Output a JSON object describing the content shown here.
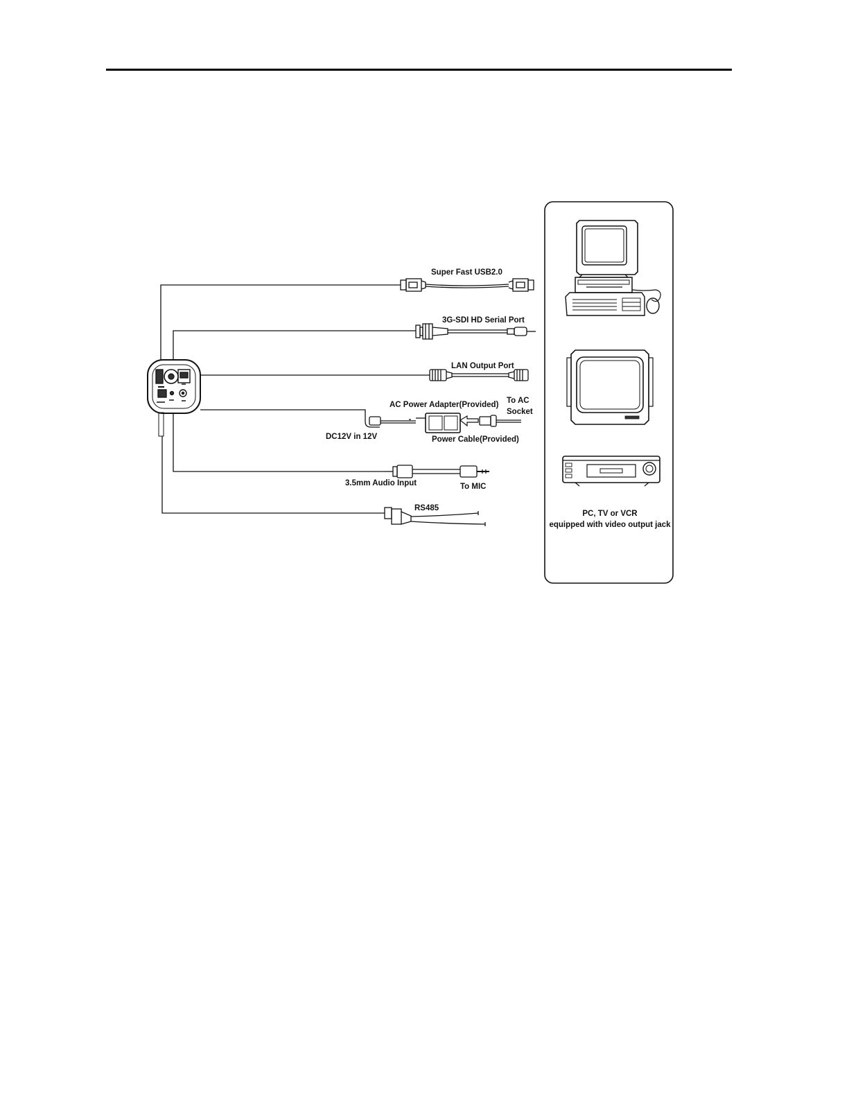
{
  "diagram": {
    "labels": {
      "usb": "Super Fast USB2.0",
      "sdi": "3G-SDI HD Serial Port",
      "lan": "LAN Output Port",
      "ac_adapter": "AC Power Adapter(Provided)",
      "to_ac_line1": "To AC",
      "to_ac_line2": "Socket",
      "dc": "DC12V in 12V",
      "power_cable": "Power Cable(Provided)",
      "audio": "3.5mm Audio Input",
      "mic": "To MIC",
      "rs485": "RS485"
    },
    "devices_panel": {
      "caption_line1": "PC, TV or VCR",
      "caption_line2": "equipped with video output jack",
      "devices": [
        "computer-icon",
        "tv-monitor-icon",
        "vcr-icon"
      ]
    }
  },
  "colors": {
    "ink": "#111111",
    "background": "#ffffff",
    "port_fill": "#333333"
  }
}
